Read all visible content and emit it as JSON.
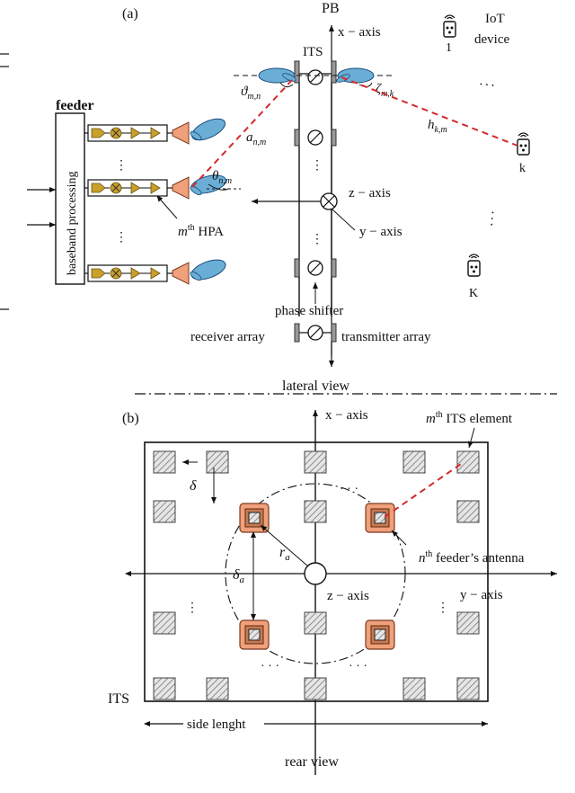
{
  "panel_a": {
    "label": "(a)",
    "pb": "PB",
    "its": "ITS",
    "x_axis": "x − axis",
    "z_axis": "z − axis",
    "y_axis": "y − axis",
    "feeder": "feeder",
    "baseband": "baseband processing",
    "hpa_m": "m",
    "hpa_sup": "th",
    "hpa_text": " HPA",
    "theta": "θ",
    "theta_sub": "n,m",
    "a_nm": "a",
    "a_sub": "n,m",
    "vartheta": "ϑ",
    "vartheta_sub": "m,n",
    "zeta": "ζ",
    "zeta_sub": "m,k",
    "h": "h",
    "h_sub": "k,m",
    "iot_line1": "IoT",
    "iot_line2": "device",
    "device_1": "1",
    "device_k": "k",
    "device_K": "K",
    "phase_shifter": "phase shifter",
    "receiver_array": "receiver array",
    "transmitter_array": "transmitter array",
    "lateral_view": "lateral view"
  },
  "panel_b": {
    "label": "(b)",
    "x_axis": "x − axis",
    "y_axis": "y − axis",
    "z_axis": "z − axis",
    "its_element_m": "m",
    "its_element_sup": "th",
    "its_element_text": " ITS element",
    "feeder_ant_n": "n",
    "feeder_ant_sup": "th",
    "feeder_ant_text": " feeder’s antenna",
    "delta": "δ",
    "delta_a": "δ",
    "delta_a_sub": "a",
    "r_a": "r",
    "r_a_sub": "a",
    "its": "ITS",
    "side_length": "side lenght",
    "rear_view": "rear view"
  },
  "colors": {
    "red_dashed": "#d42a2a",
    "beam_blue": "#6aaed6",
    "hpa_orange": "#f0a07a",
    "feeder_gold": "#c8a02a",
    "element_hatch": "#8a8a8a"
  }
}
